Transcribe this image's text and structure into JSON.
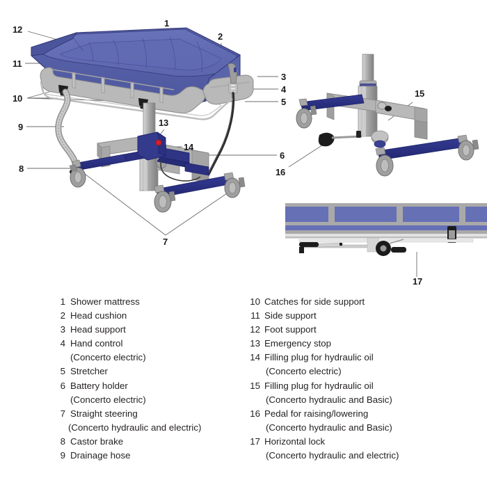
{
  "document": {
    "type": "technical-parts-diagram",
    "subject": "Concerto shower trolley"
  },
  "views": [
    {
      "id": "main-view",
      "name": "Main isometric view of shower trolley",
      "callouts": [
        "1",
        "2",
        "3",
        "4",
        "5",
        "6",
        "7",
        "8",
        "9",
        "10",
        "11",
        "12",
        "13",
        "14"
      ]
    },
    {
      "id": "base-detail-view",
      "name": "Hydraulic base detail view",
      "callouts": [
        "15",
        "16"
      ]
    },
    {
      "id": "side-detail-view",
      "name": "Side view stretcher detail",
      "callouts": [
        "17"
      ]
    }
  ],
  "callouts": {
    "c1": "1",
    "c2": "2",
    "c3": "3",
    "c4": "4",
    "c5": "5",
    "c6": "6",
    "c7": "7",
    "c8": "8",
    "c9": "9",
    "c10": "10",
    "c11": "11",
    "c12": "12",
    "c13": "13",
    "c14": "14",
    "c15": "15",
    "c16": "16",
    "c17": "17"
  },
  "legend": {
    "left": [
      {
        "num": "1",
        "text": "Shower mattress",
        "sub": null
      },
      {
        "num": "2",
        "text": "Head cushion",
        "sub": null
      },
      {
        "num": "3",
        "text": "Head support",
        "sub": null
      },
      {
        "num": "4",
        "text": "Hand control",
        "sub": "(Concerto electric)"
      },
      {
        "num": "5",
        "text": "Stretcher",
        "sub": null
      },
      {
        "num": "6",
        "text": "Battery holder",
        "sub": "(Concerto electric)"
      },
      {
        "num": "7",
        "text": "Straight steering",
        "sub": "(Concerto hydraulic and electric)"
      },
      {
        "num": "8",
        "text": "Castor brake",
        "sub": null
      },
      {
        "num": "9",
        "text": "Drainage hose",
        "sub": null
      }
    ],
    "right": [
      {
        "num": "10",
        "text": "Catches for side support",
        "sub": null
      },
      {
        "num": "11",
        "text": "Side support",
        "sub": null
      },
      {
        "num": "12",
        "text": "Foot support",
        "sub": null
      },
      {
        "num": "13",
        "text": "Emergency stop",
        "sub": null
      },
      {
        "num": "14",
        "text": "Filling plug for hydraulic oil",
        "sub": "(Concerto electric)"
      },
      {
        "num": "15",
        "text": "Filling plug for hydraulic oil",
        "sub": "(Concerto hydraulic and Basic)"
      },
      {
        "num": "16",
        "text": "Pedal for raising/lowering",
        "sub": "(Concerto hydraulic and Basic)"
      },
      {
        "num": "17",
        "text": "Horizontal lock",
        "sub": "(Concerto hydraulic and electric)"
      }
    ]
  },
  "colors": {
    "mattress_blue": "#6670b5",
    "mattress_blue_dark": "#4f5aa0",
    "mattress_shadow": "#545ea8",
    "rail_navy": "#2b3180",
    "rail_navy_dark": "#232870",
    "frame_grey": "#b0b0b0",
    "frame_grey_dark": "#8e8e8e",
    "frame_grey_light": "#cfcfcf",
    "castor_grey": "#9a9a9a",
    "black_part": "#1a1a1a",
    "emergency_red": "#d81e28",
    "line_grey": "#6b6b6b",
    "text": "#231f20",
    "background": "#ffffff"
  }
}
